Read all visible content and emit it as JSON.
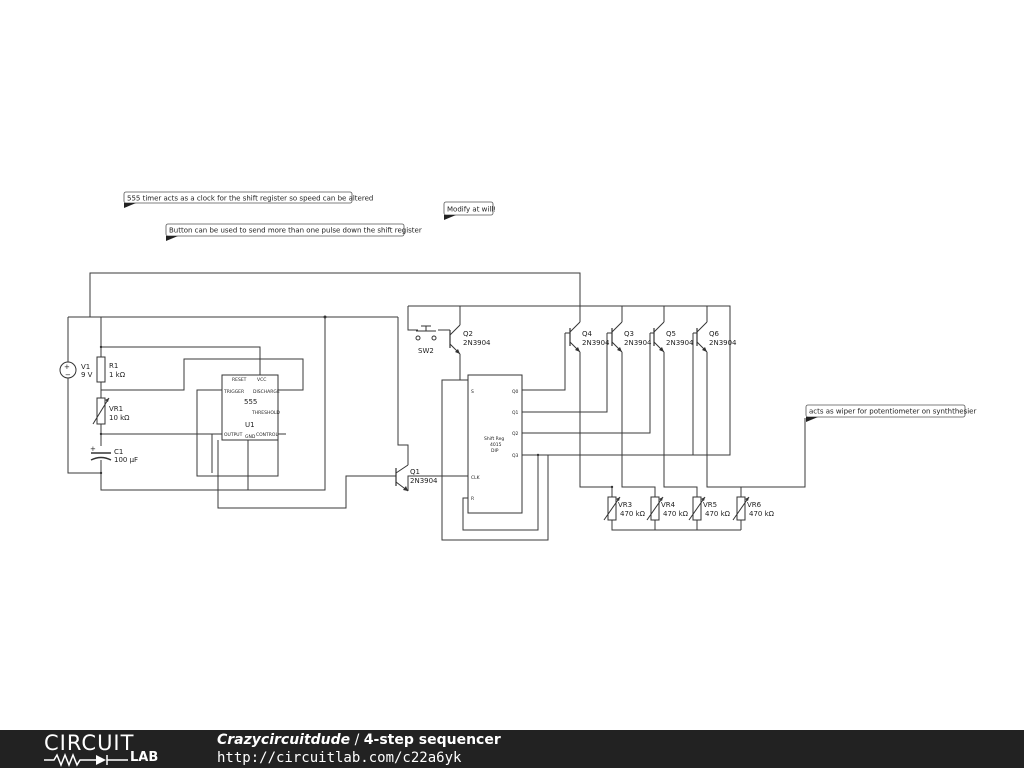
{
  "schematic": {
    "notes": {
      "clock": "555 timer acts as a clock for the shift register so speed can be altered",
      "modify": "Modify at will!",
      "button": "Button can be used to send more than one pulse down the shift register",
      "wiper": "acts as wiper for potentiometer on synththesier"
    },
    "components": {
      "v1_name": "V1",
      "v1_value": "9 V",
      "r1_name": "R1",
      "r1_value": "1 kΩ",
      "vr1_name": "VR1",
      "vr1_value": "10 kΩ",
      "c1_name": "C1",
      "c1_value": "100 µF",
      "u1_name": "U1",
      "u1_part": "555",
      "u1_pin_reset": "RESET",
      "u1_pin_vcc": "VCC",
      "u1_pin_trigger": "TRIGGER",
      "u1_pin_discharge": "DISCHARGE",
      "u1_pin_threshold": "THRESHOLD",
      "u1_pin_output": "OUTPUT",
      "u1_pin_gnd": "GND",
      "u1_pin_control": "CONTROL",
      "sw2_name": "SW2",
      "q1_name": "Q1",
      "q1_part": "2N3904",
      "q2_name": "Q2",
      "q2_part": "2N3904",
      "q3_name": "Q3",
      "q3_part": "2N3904",
      "q4_name": "Q4",
      "q4_part": "2N3904",
      "q5_name": "Q5",
      "q5_part": "2N3904",
      "q6_name": "Q6",
      "q6_part": "2N3904",
      "sr_title": "Shift Reg",
      "sr_part": "4015",
      "sr_pkg": "DIP",
      "sr_pin_s": "S",
      "sr_pin_clk": "CLK",
      "sr_pin_r": "R",
      "sr_pin_q0": "Q0",
      "sr_pin_q1": "Q1",
      "sr_pin_q2": "Q2",
      "sr_pin_q3": "Q3",
      "vr3_name": "VR3",
      "vr3_value": "470 kΩ",
      "vr4_name": "VR4",
      "vr4_value": "470 kΩ",
      "vr5_name": "VR5",
      "vr5_value": "470 kΩ",
      "vr6_name": "VR6",
      "vr6_value": "470 kΩ"
    }
  },
  "footer": {
    "logo_top": "CIRCUIT",
    "logo_bottom": "LAB",
    "author": "Crazycircuitdude",
    "separator": " / ",
    "title": "4-step sequencer",
    "url": "http://circuitlab.com/c22a6yk"
  }
}
